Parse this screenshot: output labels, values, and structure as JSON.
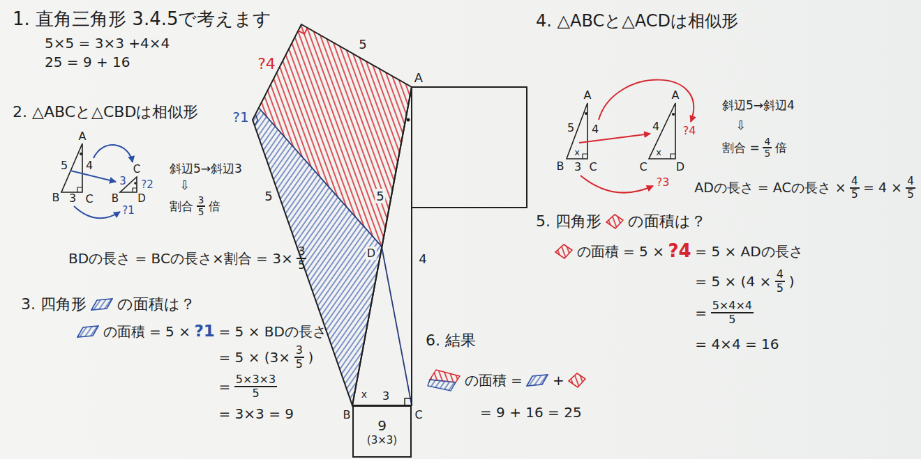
{
  "diagram": {
    "nodes": [
      {
        "text": [
          "9",
          "(3×3)"
        ]
      }
    ],
    "labels": [
      "1. 直角三角形 3.4.5で考えます",
      "5×5 = 3×3 +4×4",
      "25 = 9 + 16",
      "2. △ABCと△CBDは相似形",
      "A",
      "5",
      "4",
      "B",
      "3",
      "C",
      "C",
      "3",
      "?2",
      "B",
      "D",
      "?1",
      "斜辺5→斜辺3",
      "⇩",
      "割合",
      "3",
      "5",
      "倍",
      "BDの長さ = BCの長さ×割合 = 3×",
      "3",
      "5",
      "3. 四角形",
      "の面積は？",
      "の面積 = 5 ×",
      "?1",
      "= 5 × BDの長さ",
      "= 5 × (3×",
      "3",
      "5",
      ")",
      "=",
      "5×3×3",
      "5",
      "= 3×3 = 9",
      "?4",
      "5",
      "A",
      "?1",
      "5",
      "5",
      "D",
      "4",
      "x",
      "B",
      "3",
      "C",
      "4. △ABCと△ACDは相似形",
      "A",
      "5",
      "4",
      "x",
      "B",
      "3",
      "C",
      "A",
      "4",
      "?4",
      "x",
      "C",
      "D",
      "?3",
      "斜辺5→斜辺4",
      "⇩",
      "割合 =",
      "4",
      "5",
      "倍",
      "ADの長さ = ACの長さ ×",
      "4",
      "5",
      "= 4 ×",
      "4",
      "5",
      "5. 四角形",
      "の面積は？",
      "の面積 = 5 ×",
      "?4",
      "= 5 × ADの長さ",
      "= 5 × (4 ×",
      "4",
      "5",
      ")",
      "=",
      "5×4×4",
      "5",
      "= 4×4 = 16",
      "6. 結果",
      "の面積 =",
      "+",
      "= 9 + 16 = 25"
    ]
  }
}
